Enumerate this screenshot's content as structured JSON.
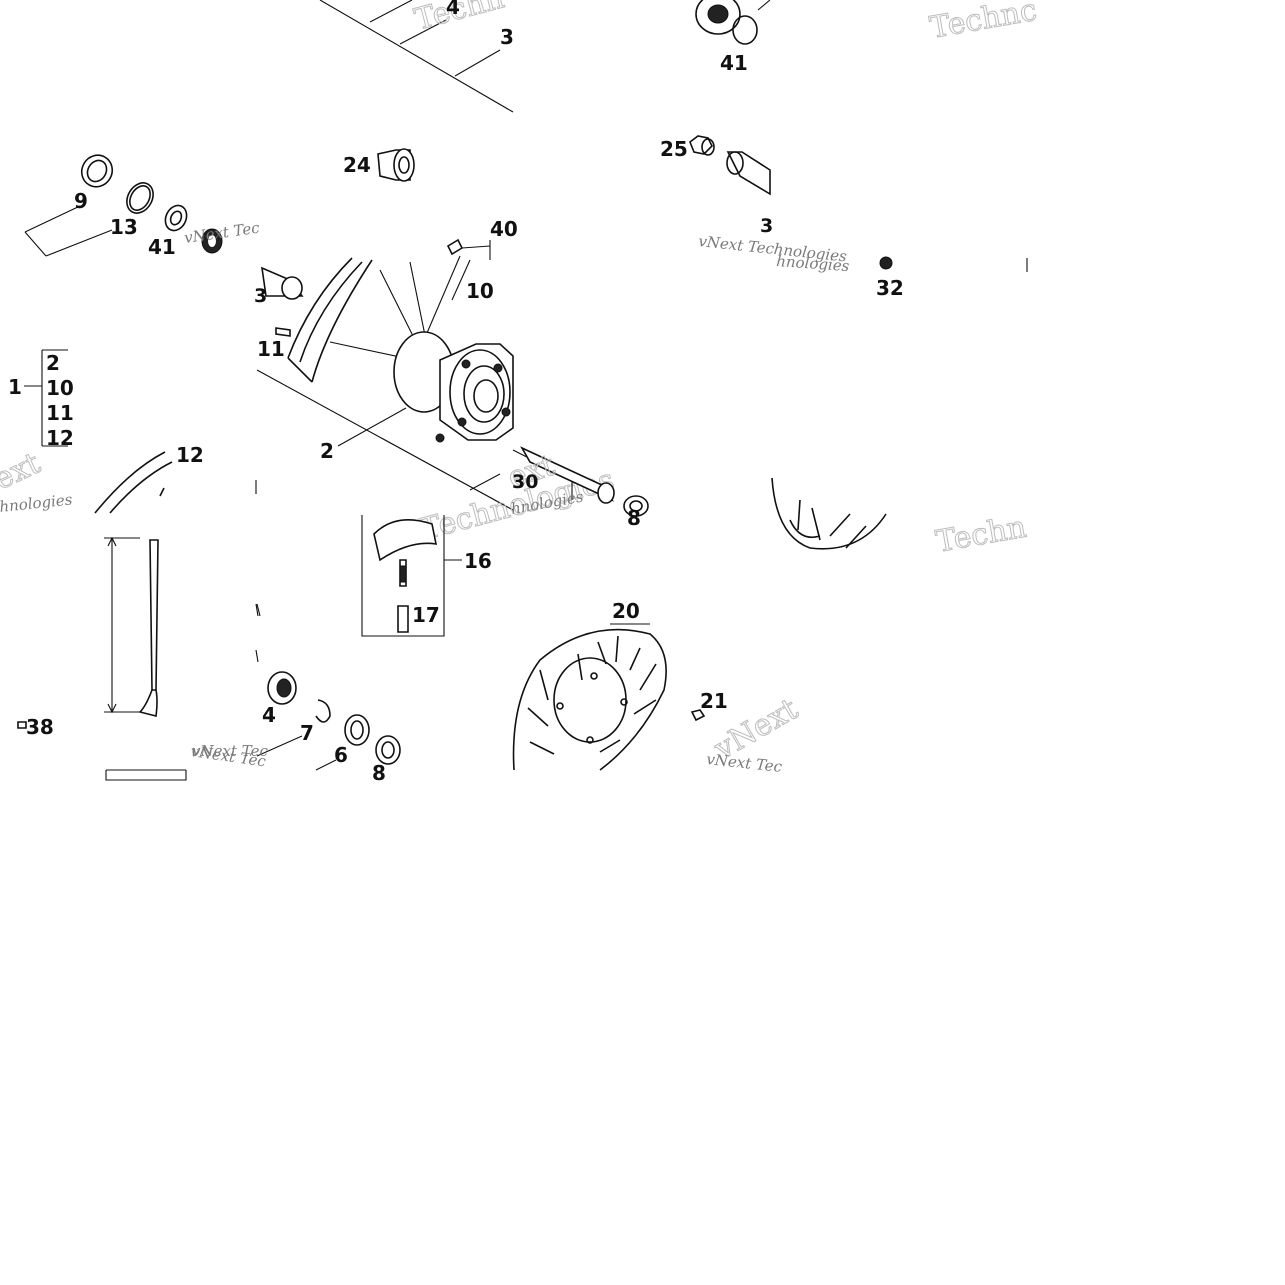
{
  "watermark": {
    "brand_word": "Technologies",
    "full": "vNext Technologies",
    "fragment_a": "vNext",
    "fragment_b": "ext",
    "fragment_c": "hnologies",
    "fragment_d": "Techn",
    "fragment_e": "Technc",
    "fragment_f": "vNext Tec"
  },
  "callouts": {
    "c1": "1",
    "c2": "2",
    "c2b": "2",
    "c3": "3",
    "c3b": "3",
    "c4": "4",
    "c4b": "4",
    "c6": "6",
    "c7": "7",
    "c8": "8",
    "c8b": "8",
    "c9": "9",
    "c10": "10",
    "c10b": "10",
    "c11": "11",
    "c11b": "11",
    "c12": "12",
    "c12b": "12",
    "c13": "13",
    "c16": "16",
    "c17": "17",
    "c20": "20",
    "c21": "21",
    "c24": "24",
    "c25": "25",
    "c30": "30",
    "c32": "32",
    "c38": "38",
    "c40": "40",
    "c41": "41",
    "c41b": "41"
  }
}
